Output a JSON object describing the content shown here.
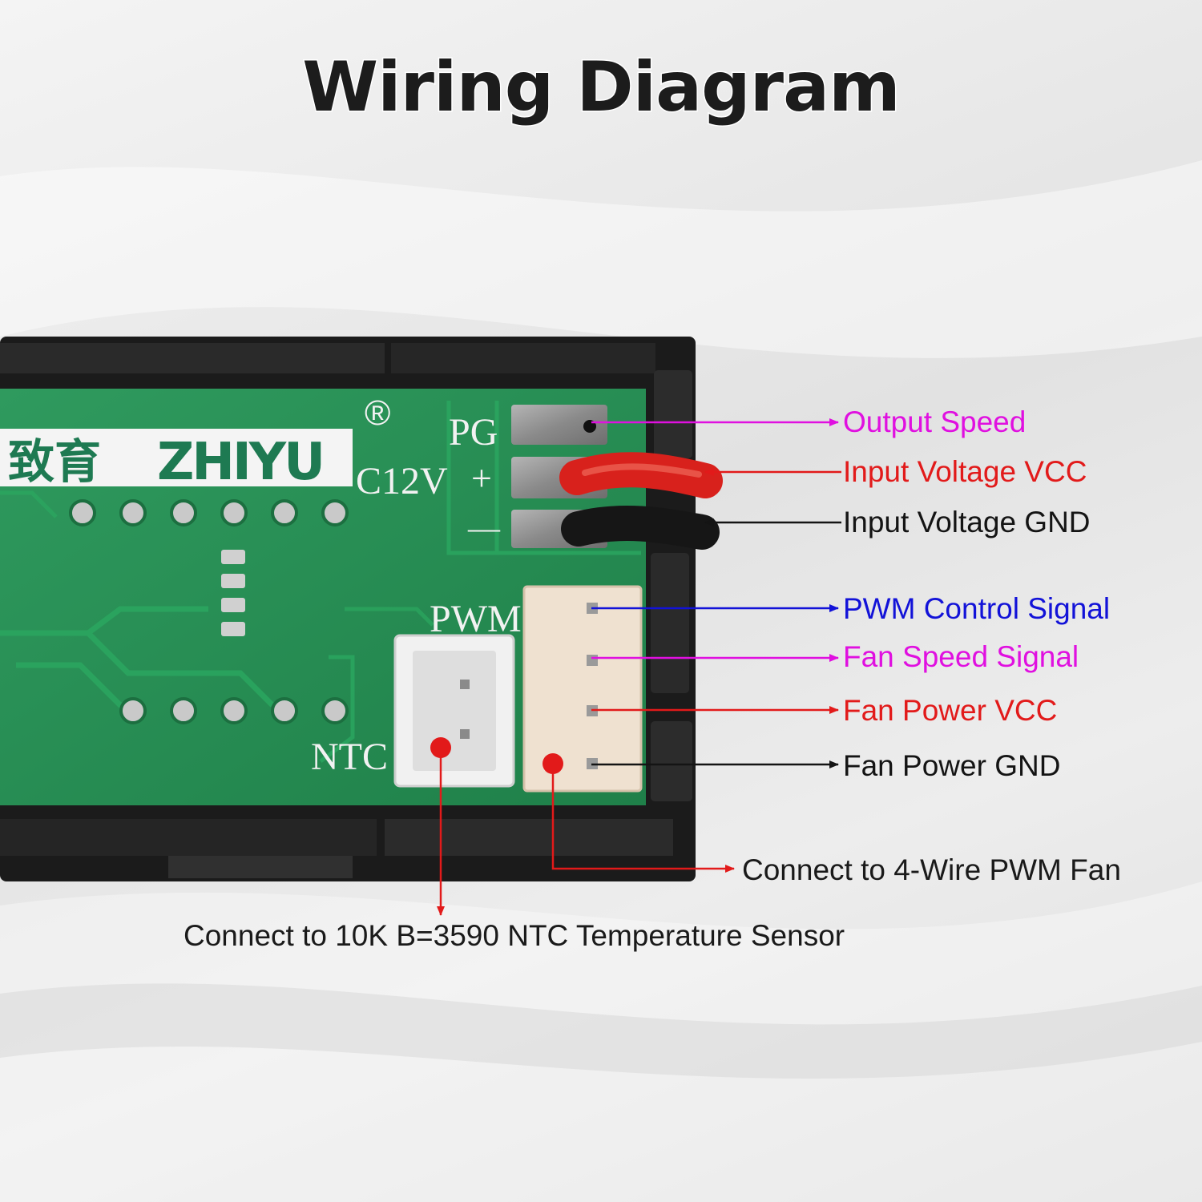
{
  "title": "Wiring Diagram",
  "board": {
    "brand_cn": "致育",
    "brand": "ZHIYU",
    "registered": "®",
    "pg": "PG",
    "dc12v": "C12V",
    "plus": "+",
    "minus": "—",
    "pwm": "PWM",
    "ntc": "NTC"
  },
  "labels": {
    "output_speed": "Output Speed",
    "input_vcc": "Input Voltage VCC",
    "input_gnd": "Input Voltage GND",
    "pwm_control": "PWM Control Signal",
    "fan_speed": "Fan Speed Signal",
    "fan_vcc": "Fan Power VCC",
    "fan_gnd": "Fan Power GND"
  },
  "notes": {
    "pwm_fan": "Connect to 4-Wire PWM Fan",
    "ntc_sensor": "Connect to 10K B=3590 NTC Temperature Sensor"
  },
  "colors": {
    "magenta": "#e010e0",
    "red": "#e21a1a",
    "black": "#141414",
    "blue": "#1212d8"
  }
}
